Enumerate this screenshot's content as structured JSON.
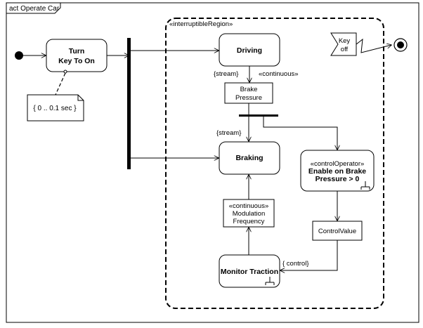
{
  "frame": {
    "title": "act Operate Car"
  },
  "region": {
    "stereotype": "«interruptibleRegion»"
  },
  "actions": {
    "turn_key": {
      "line1": "Turn",
      "line2": "Key To On"
    },
    "driving": {
      "label": "Driving"
    },
    "braking": {
      "label": "Braking"
    },
    "monitor_traction": {
      "label": "Monitor Traction"
    },
    "enable_brake": {
      "stereotype": "«controlOperator»",
      "line1": "Enable on Brake",
      "line2": "Pressure > 0"
    }
  },
  "objects": {
    "brake_pressure": {
      "line1": "Brake",
      "line2": "Pressure"
    },
    "modulation_frequency": {
      "line1": "«continuous»",
      "line2": "Modulation",
      "line3": "Frequency"
    },
    "control_value": {
      "label": "ControlValue"
    }
  },
  "notes": {
    "timing": "{ 0 .. 0.1 sec }"
  },
  "signal": {
    "line1": "Key",
    "line2": "off"
  },
  "edge_labels": {
    "stream1": "{stream}",
    "continuous": "«continuous»",
    "stream2": "{stream}",
    "control": "{ control}"
  }
}
